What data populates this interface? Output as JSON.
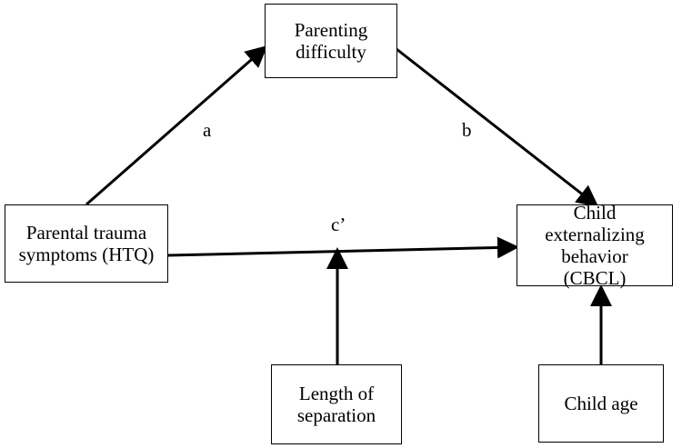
{
  "nodes": {
    "parenting_difficulty": "Parenting difficulty",
    "parental_trauma": "Parental trauma symptoms (HTQ)",
    "child_externalizing": "Child externalizing behavior (CBCL)",
    "length_of_separation": "Length of separation",
    "child_age": "Child age"
  },
  "paths": {
    "a": "a",
    "b": "b",
    "c_prime": "c’"
  }
}
